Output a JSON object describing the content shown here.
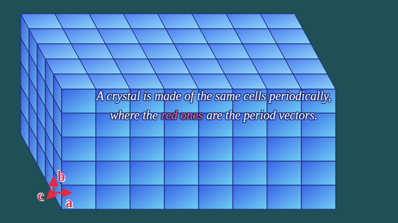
{
  "diagram": {
    "labels": [
      "A crystal is made of the same cells periodically,",
      "where the",
      "red ones",
      "are the period vectors.",
      "b",
      "c",
      "a"
    ]
  }
}
